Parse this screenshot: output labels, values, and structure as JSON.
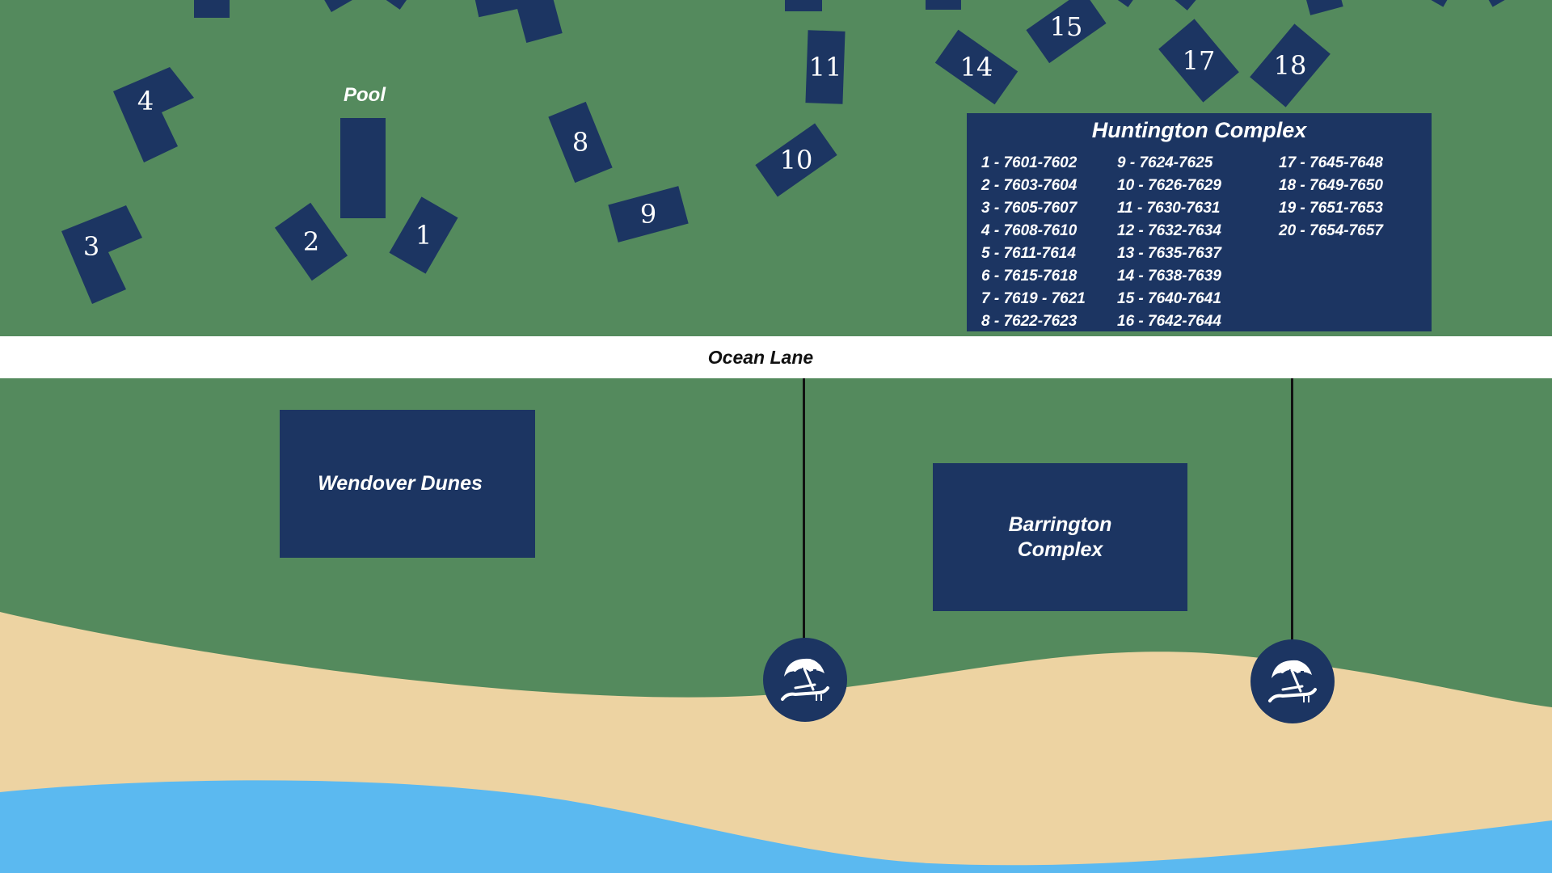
{
  "map": {
    "colors": {
      "grass": "#548a5d",
      "building": "#1c3562",
      "sand": "#edd3a2",
      "water": "#5bb9f0",
      "road": "#ffffff"
    },
    "pool_label": "Pool",
    "road_label": "Ocean Lane",
    "buildings": [
      "1",
      "2",
      "3",
      "4",
      "8",
      "9",
      "10",
      "11",
      "14",
      "15",
      "17",
      "18"
    ],
    "complexes": {
      "wendover": "Wendover Dunes",
      "barrington_line1": "Barrington",
      "barrington_line2": "Complex"
    },
    "beach_access_icon": "beach-umbrella-chair-icon",
    "legend": {
      "title": "Huntington Complex",
      "col1": [
        "1 - 7601-7602",
        "2 - 7603-7604",
        "3 - 7605-7607",
        "4 - 7608-7610",
        "5 - 7611-7614",
        "6 - 7615-7618",
        "7 - 7619 - 7621",
        "8 - 7622-7623"
      ],
      "col2": [
        "9 - 7624-7625",
        "10 - 7626-7629",
        "11 - 7630-7631",
        "12 - 7632-7634",
        "13 - 7635-7637",
        "14 - 7638-7639",
        "15 - 7640-7641",
        "16 - 7642-7644"
      ],
      "col3": [
        "17 - 7645-7648",
        "18 - 7649-7650",
        "19 - 7651-7653",
        "20 - 7654-7657"
      ]
    }
  }
}
